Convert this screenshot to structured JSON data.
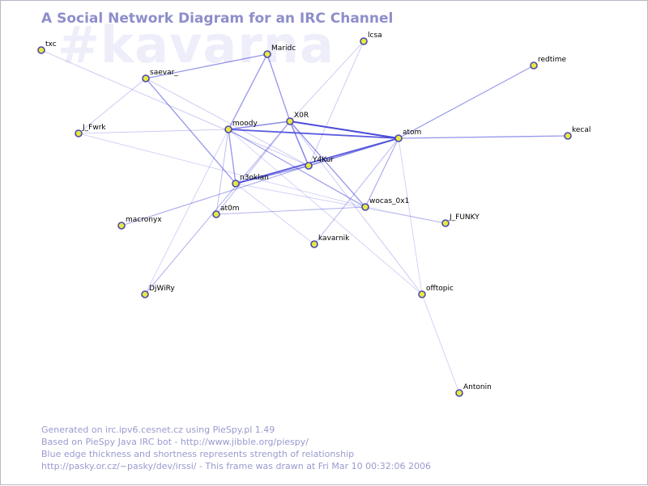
{
  "title": "A Social Network Diagram for an IRC Channel",
  "watermark": "#kavarna",
  "footer": {
    "lines": [
      "Generated on irc.ipv6.cesnet.cz using PieSpy.pl 1.49",
      "Based on PieSpy Java IRC bot - http://www.jibble.org/piespy/",
      "Blue edge thickness and shortness represents strength of relationship",
      "http://pasky.or.cz/~pasky/dev/irssi/ - This frame was drawn at Fri Mar 10 00:32:06 2006"
    ]
  },
  "colors": {
    "node_fill": "#e8e840",
    "node_stroke": "#4a4ab0",
    "edge": "#4040d8",
    "title": "#8e8ecb",
    "watermark": "#eeeefb",
    "footer": "#9a9acf"
  },
  "nodes": [
    {
      "id": "txc",
      "label": "txc"
    },
    {
      "id": "maridc",
      "label": "Maridc"
    },
    {
      "id": "lcsa",
      "label": "lcsa"
    },
    {
      "id": "redtime",
      "label": "redtime"
    },
    {
      "id": "saevar",
      "label": "saevar_"
    },
    {
      "id": "jfwrk",
      "label": "J_Fwrk"
    },
    {
      "id": "moody",
      "label": "moody"
    },
    {
      "id": "x0r",
      "label": "X0R"
    },
    {
      "id": "atom",
      "label": "atom"
    },
    {
      "id": "kecal",
      "label": "kecal"
    },
    {
      "id": "y4kur",
      "label": "Y4Kur"
    },
    {
      "id": "n3oklan",
      "label": "n3oklan"
    },
    {
      "id": "wocas",
      "label": "wocas_0x1"
    },
    {
      "id": "at0m",
      "label": "at0m"
    },
    {
      "id": "jfunky",
      "label": "J_FUNKY"
    },
    {
      "id": "macronyx",
      "label": "macronyx"
    },
    {
      "id": "kavarnik",
      "label": "kavarnik"
    },
    {
      "id": "djwiry",
      "label": "DjWiRy"
    },
    {
      "id": "offtopic",
      "label": "offtopic"
    },
    {
      "id": "antonin",
      "label": "Antonin"
    }
  ],
  "edges": [
    {
      "a": "x0r",
      "b": "atom",
      "w": 1.6
    },
    {
      "a": "moody",
      "b": "atom",
      "w": 1.4
    },
    {
      "a": "n3oklan",
      "b": "atom",
      "w": 1.4
    },
    {
      "a": "y4kur",
      "b": "atom",
      "w": 1.0
    },
    {
      "a": "x0r",
      "b": "y4kur",
      "w": 1.0
    },
    {
      "a": "moody",
      "b": "x0r",
      "w": 0.9
    },
    {
      "a": "maridc",
      "b": "moody",
      "w": 0.8
    },
    {
      "a": "maridc",
      "b": "x0r",
      "w": 0.8
    },
    {
      "a": "saevar",
      "b": "maridc",
      "w": 0.8
    },
    {
      "a": "saevar",
      "b": "n3oklan",
      "w": 0.8
    },
    {
      "a": "moody",
      "b": "n3oklan",
      "w": 0.8
    },
    {
      "a": "n3oklan",
      "b": "y4kur",
      "w": 0.9
    },
    {
      "a": "x0r",
      "b": "wocas",
      "w": 0.8
    },
    {
      "a": "moody",
      "b": "wocas",
      "w": 0.7
    },
    {
      "a": "atom",
      "b": "redtime",
      "w": 0.7
    },
    {
      "a": "atom",
      "b": "kecal",
      "w": 0.8
    },
    {
      "a": "atom",
      "b": "wocas",
      "w": 0.6
    },
    {
      "a": "at0m",
      "b": "wocas",
      "w": 0.5
    },
    {
      "a": "macronyx",
      "b": "y4kur",
      "w": 0.6
    },
    {
      "a": "djwiry",
      "b": "x0r",
      "w": 0.5
    },
    {
      "a": "atom",
      "b": "kavarnik",
      "w": 0.45
    },
    {
      "a": "at0m",
      "b": "x0r",
      "w": 0.45
    },
    {
      "a": "at0m",
      "b": "moody",
      "w": 0.4
    },
    {
      "a": "txc",
      "b": "y4kur",
      "w": 0.3
    },
    {
      "a": "saevar",
      "b": "y4kur",
      "w": 0.3
    },
    {
      "a": "saevar",
      "b": "jfwrk",
      "w": 0.3
    },
    {
      "a": "jfwrk",
      "b": "moody",
      "w": 0.3
    },
    {
      "a": "lcsa",
      "b": "y4kur",
      "w": 0.3
    },
    {
      "a": "lcsa",
      "b": "x0r",
      "w": 0.3
    },
    {
      "a": "x0r",
      "b": "offtopic",
      "w": 0.3
    },
    {
      "a": "moody",
      "b": "offtopic",
      "w": 0.25
    },
    {
      "a": "offtopic",
      "b": "antonin",
      "w": 0.25
    },
    {
      "a": "wocas",
      "b": "jfunky",
      "w": 0.3
    },
    {
      "a": "n3oklan",
      "b": "jfunky",
      "w": 0.25
    },
    {
      "a": "jfwrk",
      "b": "wocas",
      "w": 0.25
    },
    {
      "a": "n3oklan",
      "b": "kavarnik",
      "w": 0.25
    },
    {
      "a": "atom",
      "b": "offtopic",
      "w": 0.25
    },
    {
      "a": "moody",
      "b": "djwiry",
      "w": 0.25
    }
  ]
}
